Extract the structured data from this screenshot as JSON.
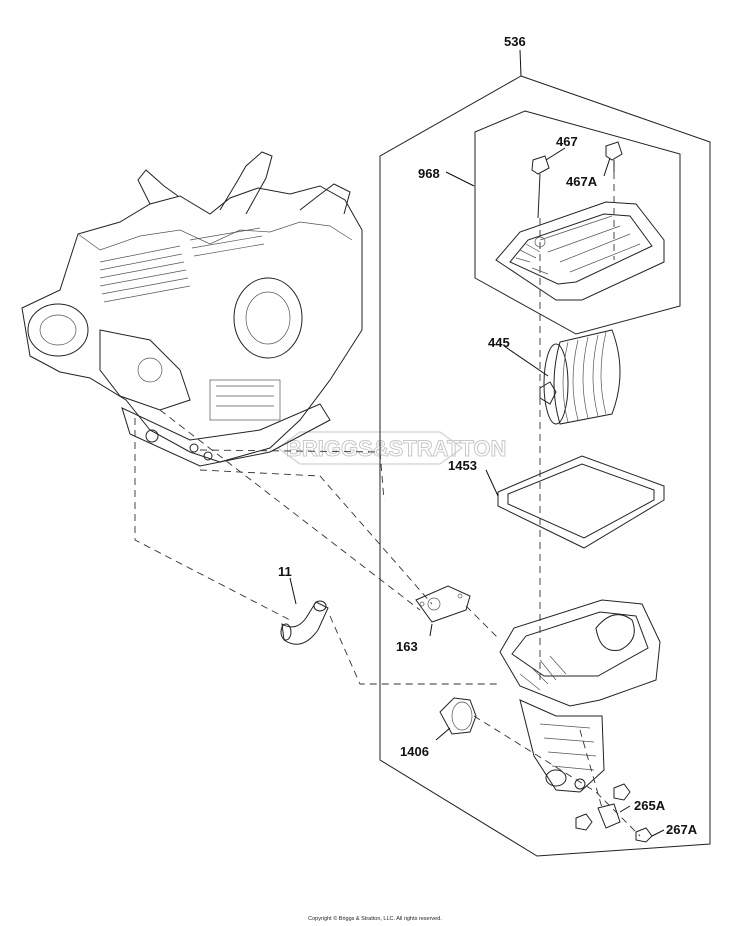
{
  "diagram": {
    "watermark": "BRIGGS&STRATTON",
    "copyright": "Copyright © Briggs & Stratton, LLC. All rights reserved.",
    "callouts": {
      "c536": "536",
      "c968": "968",
      "c467": "467",
      "c467a": "467A",
      "c445": "445",
      "c1453": "1453",
      "c11": "11",
      "c163": "163",
      "c1406": "1406",
      "c265a": "265A",
      "c267a": "267A"
    }
  }
}
